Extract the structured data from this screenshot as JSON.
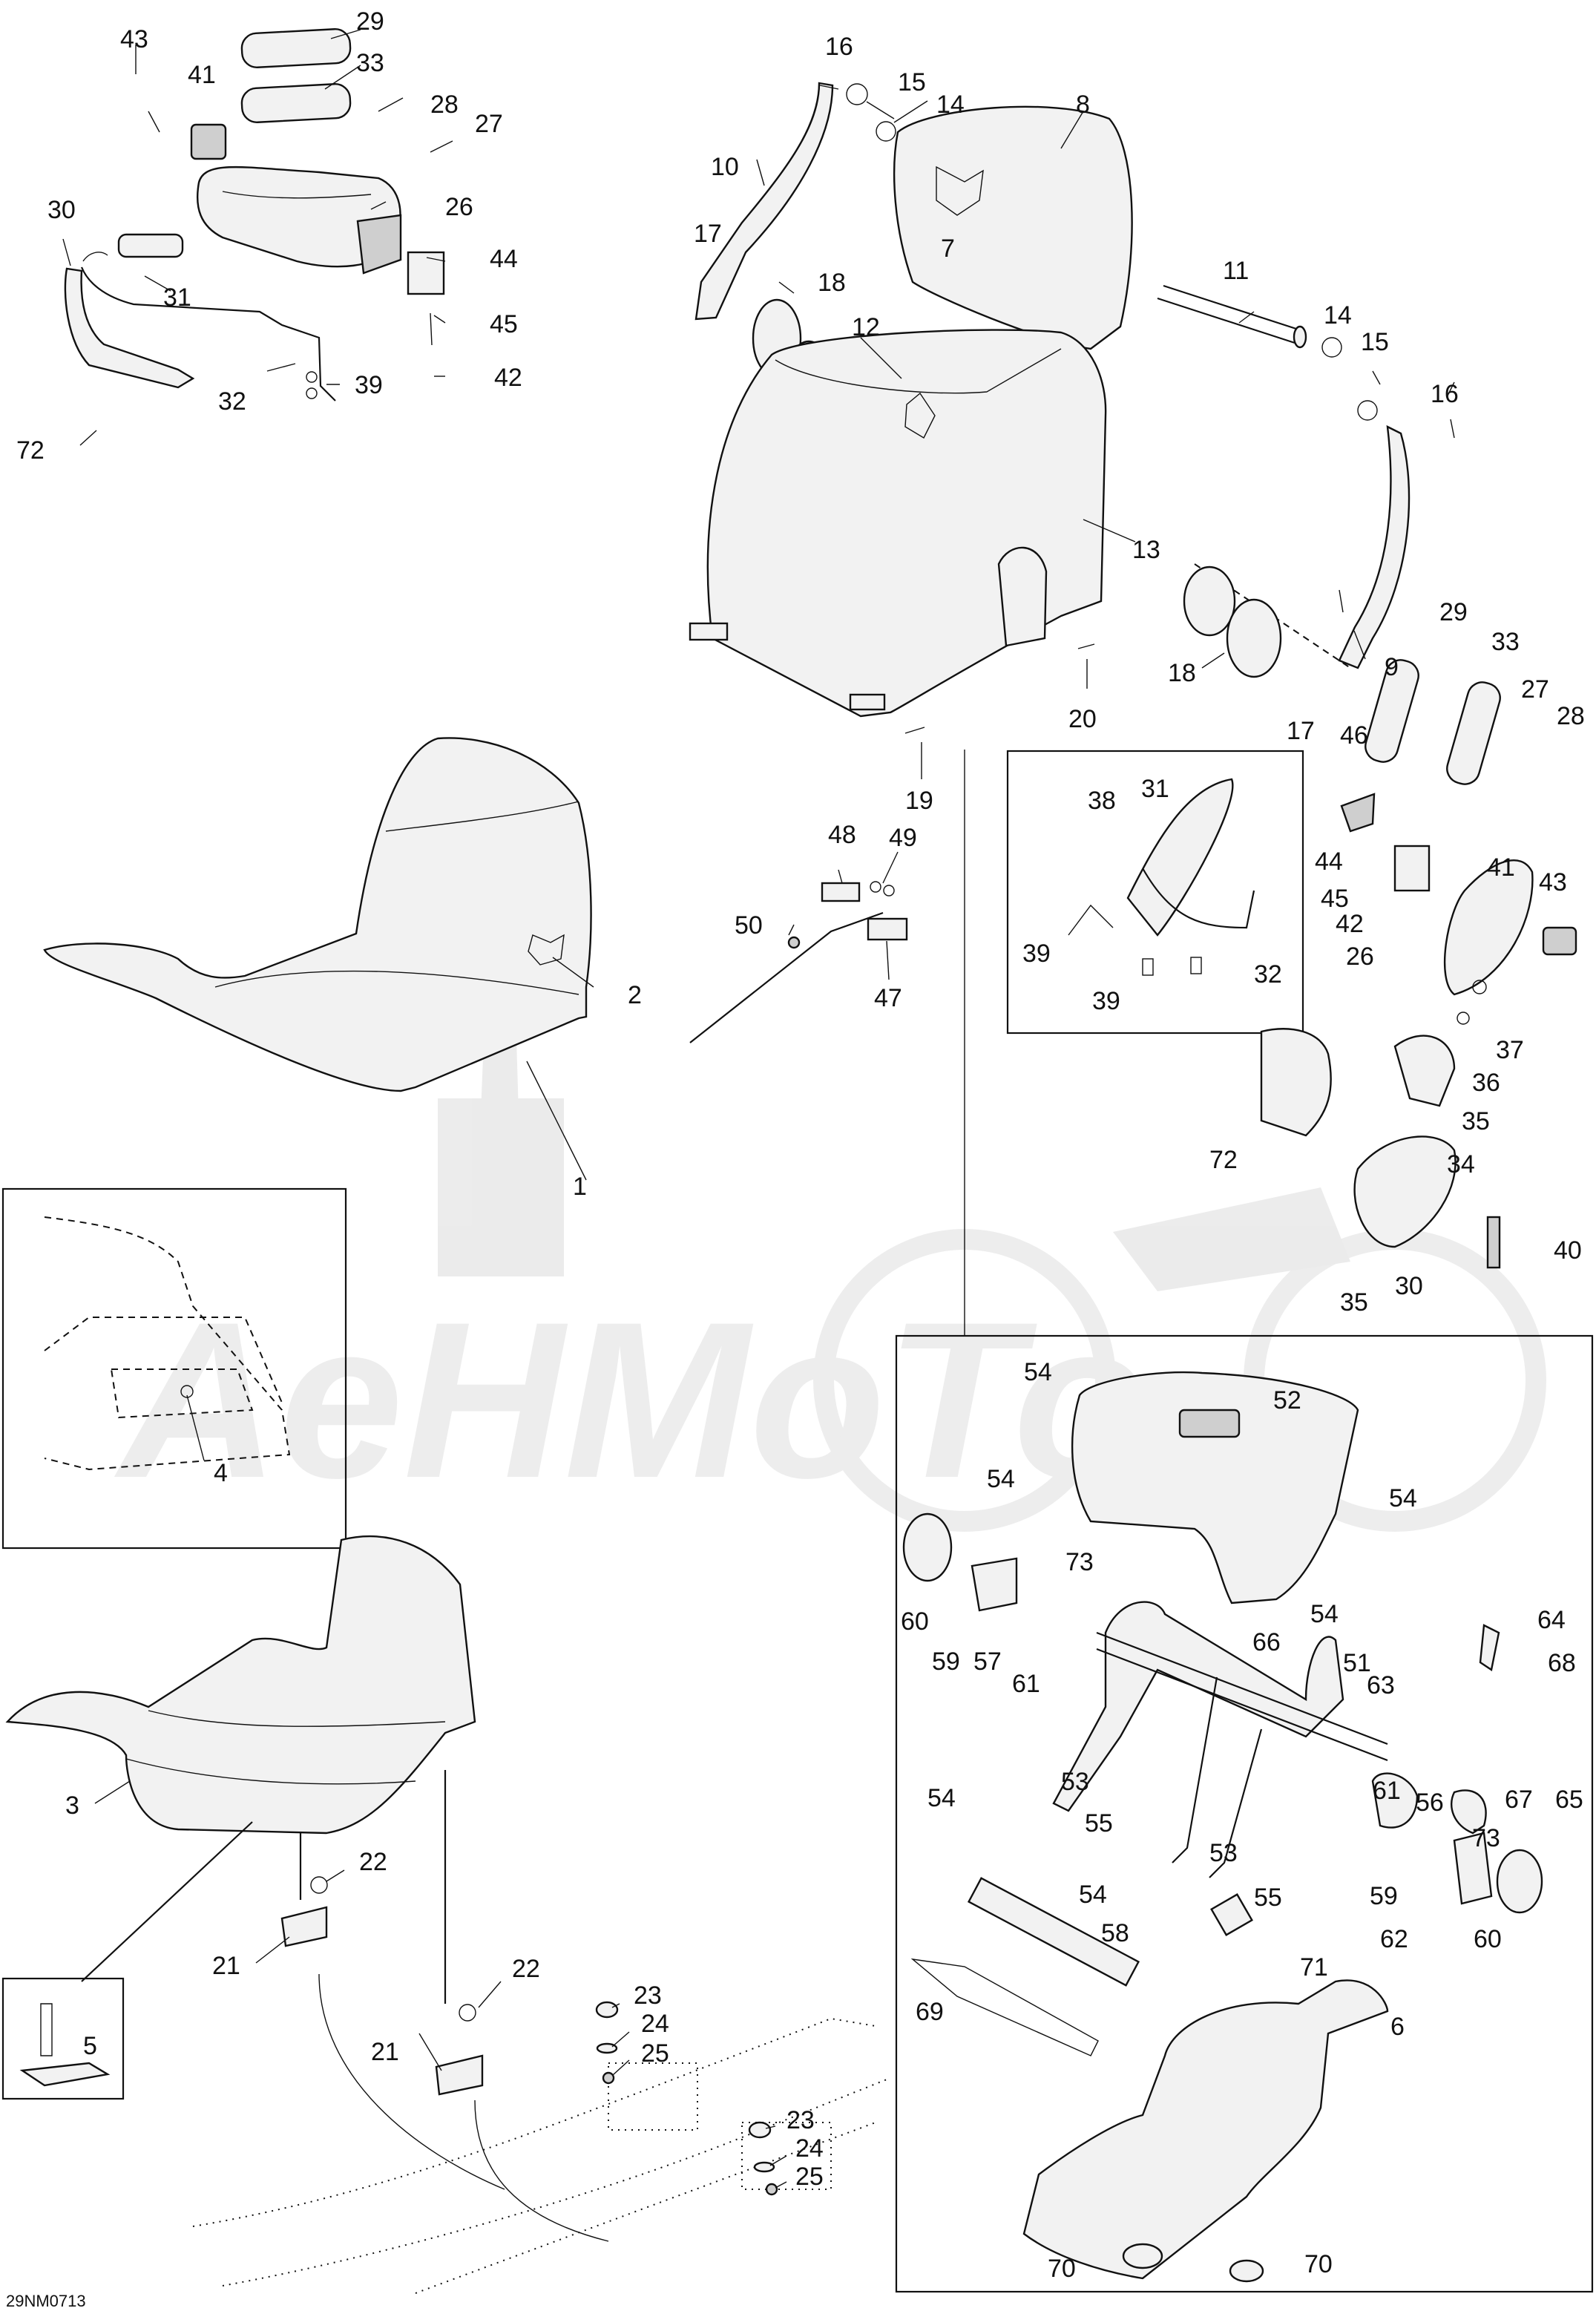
{
  "diagram_code": "29NM0713",
  "watermark": "AeHMoTo",
  "callouts": [
    "1",
    "2",
    "3",
    "4",
    "5",
    "6",
    "7",
    "8",
    "9",
    "10",
    "11",
    "12",
    "13",
    "14",
    "15",
    "16",
    "17",
    "18",
    "19",
    "20",
    "21",
    "22",
    "23",
    "24",
    "25",
    "26",
    "27",
    "28",
    "29",
    "30",
    "31",
    "32",
    "33",
    "34",
    "35",
    "36",
    "37",
    "38",
    "39",
    "40",
    "41",
    "42",
    "43",
    "44",
    "45",
    "46",
    "47",
    "48",
    "49",
    "50",
    "51",
    "52",
    "53",
    "54",
    "55",
    "56",
    "57",
    "58",
    "59",
    "60",
    "61",
    "62",
    "63",
    "64",
    "65",
    "66",
    "67",
    "68",
    "69",
    "70",
    "71",
    "72",
    "73"
  ],
  "colors": {
    "line": "#111111",
    "part_fill": "#f2f2f2",
    "watermark": "#d6d6d6"
  }
}
